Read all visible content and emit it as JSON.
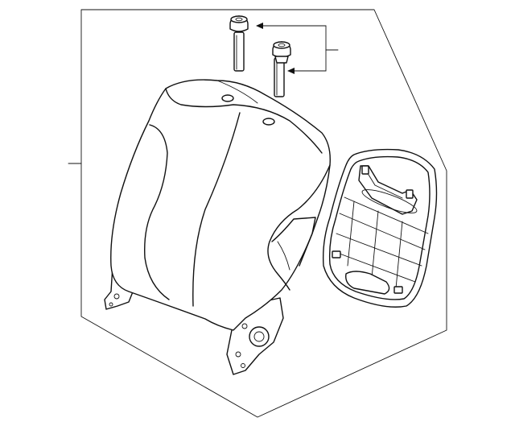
{
  "diagram": {
    "parts": [
      {
        "name": "seat-back-assembly",
        "callout": ""
      },
      {
        "name": "headrest-guide-bolt",
        "callout": ""
      },
      {
        "name": "seat-back-board",
        "callout": ""
      }
    ]
  }
}
